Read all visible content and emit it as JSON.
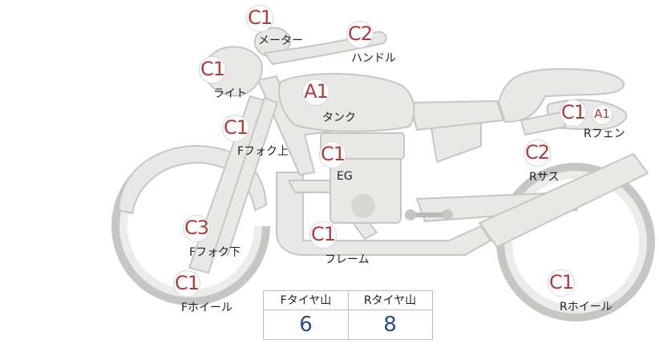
{
  "parts": [
    {
      "id": "meter",
      "grade": "C1",
      "label": "メーター"
    },
    {
      "id": "handle",
      "grade": "C2",
      "label": "ハンドル"
    },
    {
      "id": "light",
      "grade": "C1",
      "label": "ライト"
    },
    {
      "id": "tank",
      "grade": "A1",
      "label": "タンク"
    },
    {
      "id": "f-fork-upper",
      "grade": "C1",
      "label": "Fフォク上"
    },
    {
      "id": "engine",
      "grade": "C1",
      "label": "EG"
    },
    {
      "id": "r-fender",
      "grade": "C1",
      "grade2": "A1",
      "label": "Rフェン"
    },
    {
      "id": "r-suspension",
      "grade": "C2",
      "label": "Rサス"
    },
    {
      "id": "f-fork-lower",
      "grade": "C3",
      "label": "Fフォク下"
    },
    {
      "id": "frame",
      "grade": "C1",
      "label": "フレーム"
    },
    {
      "id": "f-wheel",
      "grade": "C1",
      "label": "Fホイール"
    },
    {
      "id": "r-wheel",
      "grade": "C1",
      "label": "Rホイール"
    }
  ],
  "tread": {
    "front_label": "Fタイヤ山",
    "rear_label": "Rタイヤ山",
    "front_value": "6",
    "rear_value": "8"
  },
  "colors": {
    "body_fill": "#e8e8e6",
    "body_stroke": "#c8c8c6",
    "grade_text": "#b23a3a",
    "value_text": "#2a4a8a"
  }
}
